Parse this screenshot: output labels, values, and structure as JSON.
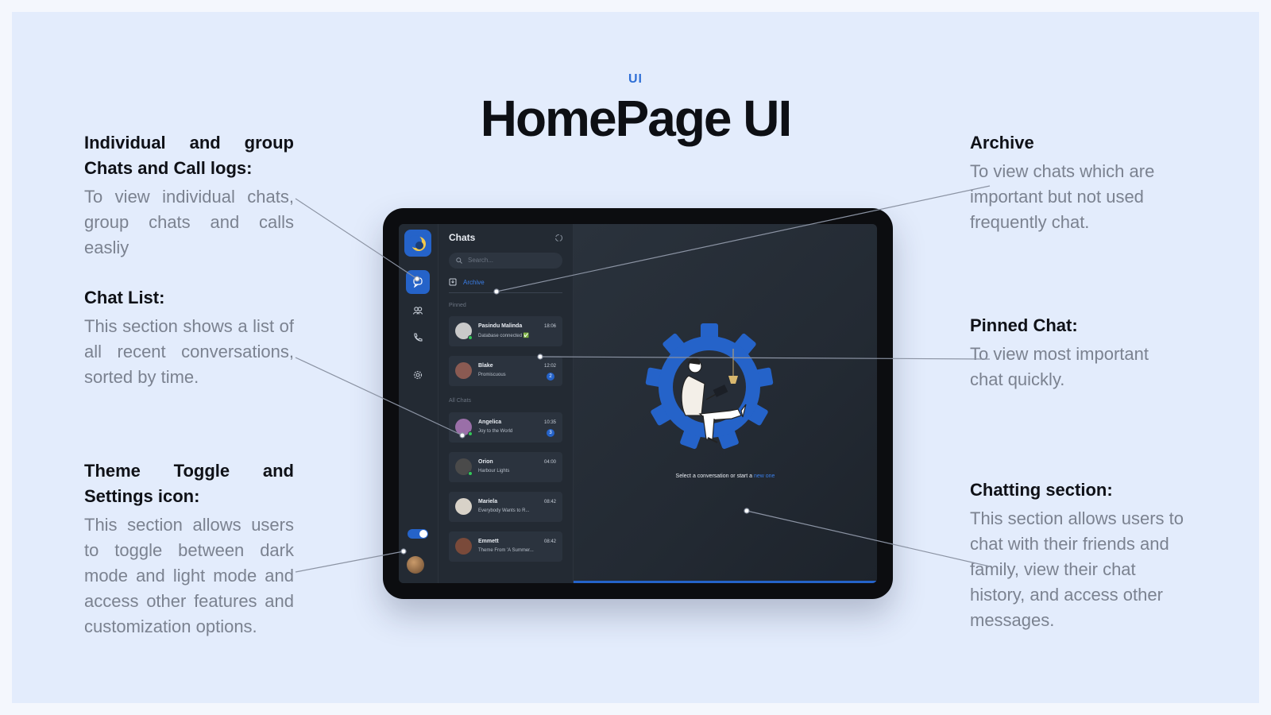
{
  "header": {
    "eyebrow": "UI",
    "title": "HomePage UI"
  },
  "annotations": {
    "individual": {
      "heading": "Individual and group Chats and Call logs:",
      "description": "To view individual chats, group chats and calls easliy"
    },
    "chat_list": {
      "heading": "Chat List:",
      "description": "This section shows a list of all recent conversations, sorted by time."
    },
    "theme": {
      "heading": "Theme Toggle and Settings icon:",
      "description": "This section allows users to toggle between dark mode and light mode and access other features and customization options."
    },
    "archive": {
      "heading": "Archive",
      "description": "To view chats which are important but not used frequently chat."
    },
    "pinned": {
      "heading": "Pinned Chat:",
      "description": "To view most important chat quickly."
    },
    "chatting": {
      "heading": "Chatting section:",
      "description": "This section allows users to chat with their friends and family, view their chat history, and access other messages."
    }
  },
  "app": {
    "chats_title": "Chats",
    "search_placeholder": "Search...",
    "archive_label": "Archive",
    "pinned_label": "Pinned",
    "all_chats_label": "All Chats",
    "pinned_chats": [
      {
        "name": "Pasindu Malinda",
        "preview": "Database connected ✅",
        "time": "18:06",
        "badge": "",
        "online": true,
        "avatar_color": "#c9c9c9"
      },
      {
        "name": "Blake",
        "preview": "Promiscuous",
        "time": "12:02",
        "badge": "2",
        "online": false,
        "avatar_color": "#8a5a52"
      }
    ],
    "all_chats": [
      {
        "name": "Angelica",
        "preview": "Joy to the World",
        "time": "10:35",
        "badge": "3",
        "online": true,
        "avatar_color": "#9a6fa8"
      },
      {
        "name": "Orion",
        "preview": "Harbour Lights",
        "time": "04:00",
        "badge": "",
        "online": true,
        "avatar_color": "#4a4a4a"
      },
      {
        "name": "Mariela",
        "preview": "Everybody Wants to R...",
        "time": "08:42",
        "badge": "",
        "online": false,
        "avatar_color": "#d8d2c8"
      },
      {
        "name": "Emmett",
        "preview": "Theme From 'A Summer...",
        "time": "08:42",
        "badge": "",
        "online": false,
        "avatar_color": "#7a4a3a"
      }
    ],
    "empty_state_text": "Select a conversation or start a ",
    "empty_state_link": "new one",
    "colors": {
      "accent": "#2563c9",
      "background": "#1f252e",
      "panel": "#232a33"
    },
    "icons": [
      "logo-icon",
      "chat-icon",
      "group-icon",
      "phone-icon",
      "settings-icon",
      "refresh-icon",
      "search-icon",
      "archive-icon"
    ]
  }
}
